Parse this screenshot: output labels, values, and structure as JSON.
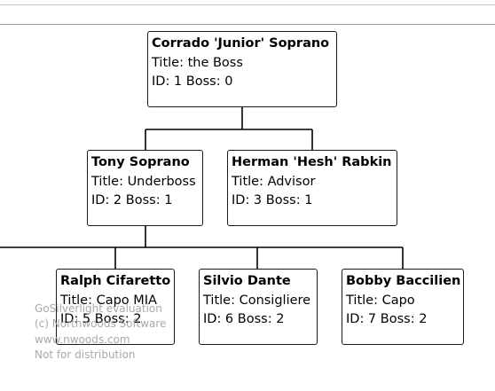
{
  "nodes": [
    {
      "id": "junior",
      "name": "Corrado 'Junior' Soprano",
      "title": "Title: the Boss",
      "ids": "ID: 1  Boss: 0"
    },
    {
      "id": "tony",
      "name": "Tony Soprano",
      "title": "Title: Underboss",
      "ids": "ID: 2  Boss: 1"
    },
    {
      "id": "hesh",
      "name": "Herman 'Hesh' Rabkin",
      "title": "Title: Advisor",
      "ids": "ID: 3  Boss: 1"
    },
    {
      "id": "ralph",
      "name": "Ralph Cifaretto",
      "title": "Title: Capo MIA",
      "ids": "ID: 5  Boss: 2"
    },
    {
      "id": "silvio",
      "name": "Silvio Dante",
      "title": "Title: Consigliere",
      "ids": "ID: 6  Boss: 2"
    },
    {
      "id": "bobby",
      "name": "Bobby Baccilien",
      "title": "Title: Capo",
      "ids": "ID: 7  Boss: 2"
    }
  ],
  "watermark": {
    "line1": "GoSilverlight evaluation",
    "line2": "(c) Northwoods Software",
    "line3": "www.nwoods.com",
    "line4": "Not for distribution"
  },
  "colors": {
    "link": "#000000",
    "border": "#1a1a1a",
    "watermark": "#9a9a9a"
  }
}
